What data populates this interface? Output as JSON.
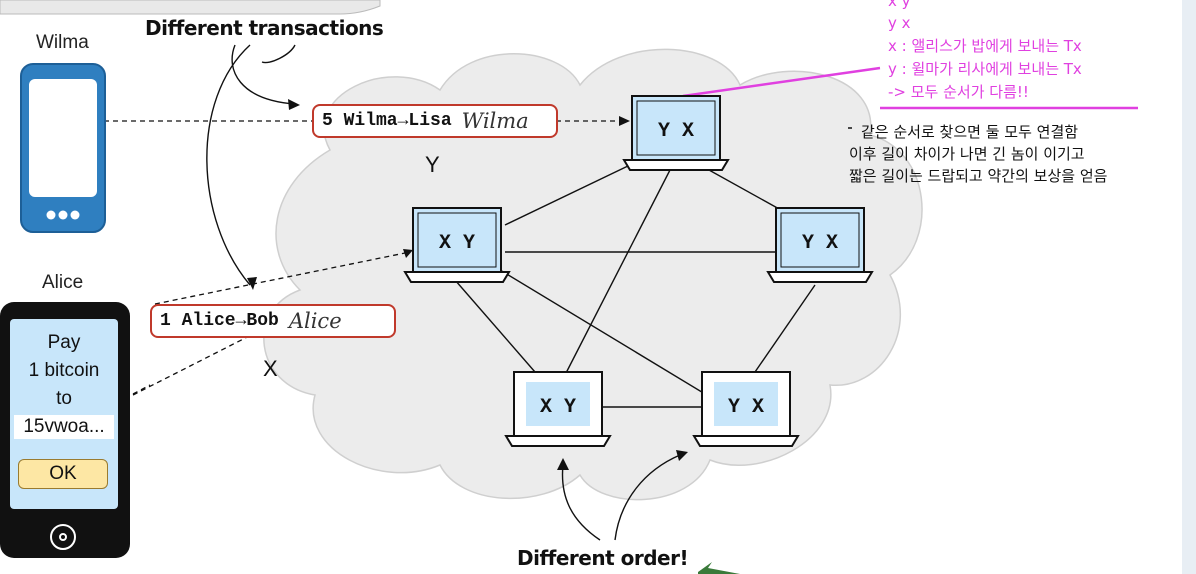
{
  "labels": {
    "different_transactions": "Different transactions",
    "different_order": "Different order!",
    "wilma": "Wilma",
    "alice": "Alice",
    "y_mark": "Y",
    "x_mark": "X"
  },
  "transactions": {
    "wilma_tx": "5 Wilma→Lisa",
    "wilma_sig": "Wilma",
    "alice_tx": "1 Alice→Bob",
    "alice_sig": "Alice"
  },
  "alice_phone": {
    "line1": "Pay",
    "line2": "1 bitcoin",
    "line3": "to",
    "address": "15vwoa...",
    "ok": "OK"
  },
  "nodes": {
    "top": "Y X",
    "left": "X Y",
    "right": "Y X",
    "bottom_left": "X Y",
    "bottom_right": "Y X"
  },
  "notes": {
    "pink_line0": "x y",
    "pink_line1": "y x",
    "pink_line2": "x : 앨리스가 밥에게 보내는 Tx",
    "pink_line3": "y : 윌마가 리사에게 보내는 Tx",
    "pink_line4": "-> 모두 순서가 다름!!",
    "black_line1": "같은 순서로 찾으면 둘 모두 연결함",
    "black_line2": "이후 길이 차이가 나면 긴 놈이 이기고",
    "black_line3": "짧은 길이는 드랍되고 약간의 보상을 얻음"
  },
  "colors": {
    "tx_border": "#c0392b",
    "annotation_pink": "#e040e0",
    "cloud_fill": "#ececec",
    "screen_blue": "#c8e6fa",
    "phone_blue": "#2f7fc0"
  }
}
